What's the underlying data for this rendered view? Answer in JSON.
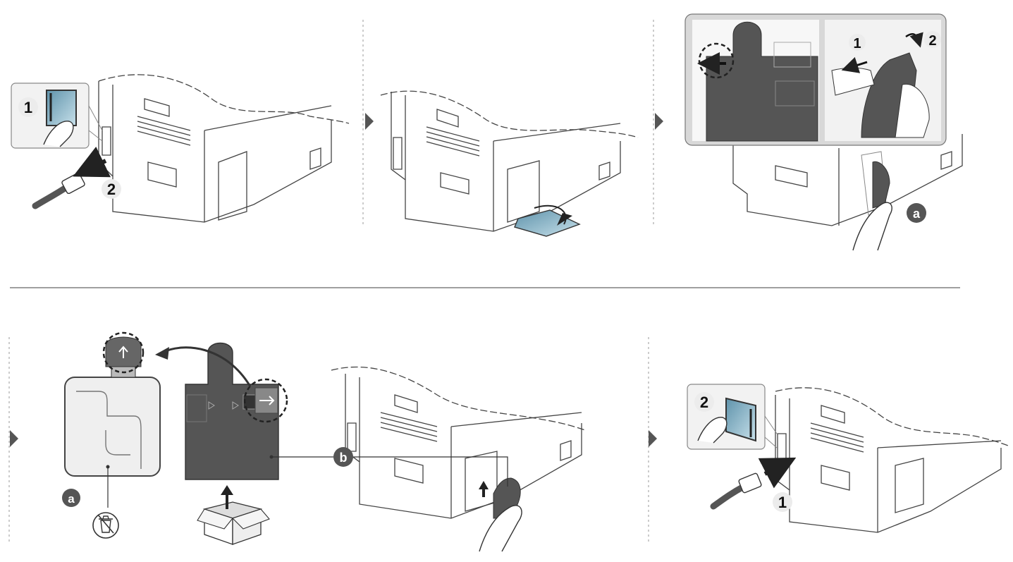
{
  "callouts": {
    "step1_power_switch": "1",
    "step1_unplug": "2",
    "step3_release": "1",
    "step3_remove": "2",
    "step3_label_a": "a",
    "step4_label_a": "a",
    "step4_label_b": "b",
    "step5_switch_on": "2",
    "step5_plug_in": "1"
  },
  "icons": {
    "arrows": "step-arrow-icon",
    "recycle": "recycle-bin-icon",
    "box": "new-box-icon"
  },
  "colors": {
    "line": "#333333",
    "container": "#555555",
    "panel": "#f2f2f2",
    "badge": "#555555",
    "blue_screen": "#8fb7c8"
  }
}
